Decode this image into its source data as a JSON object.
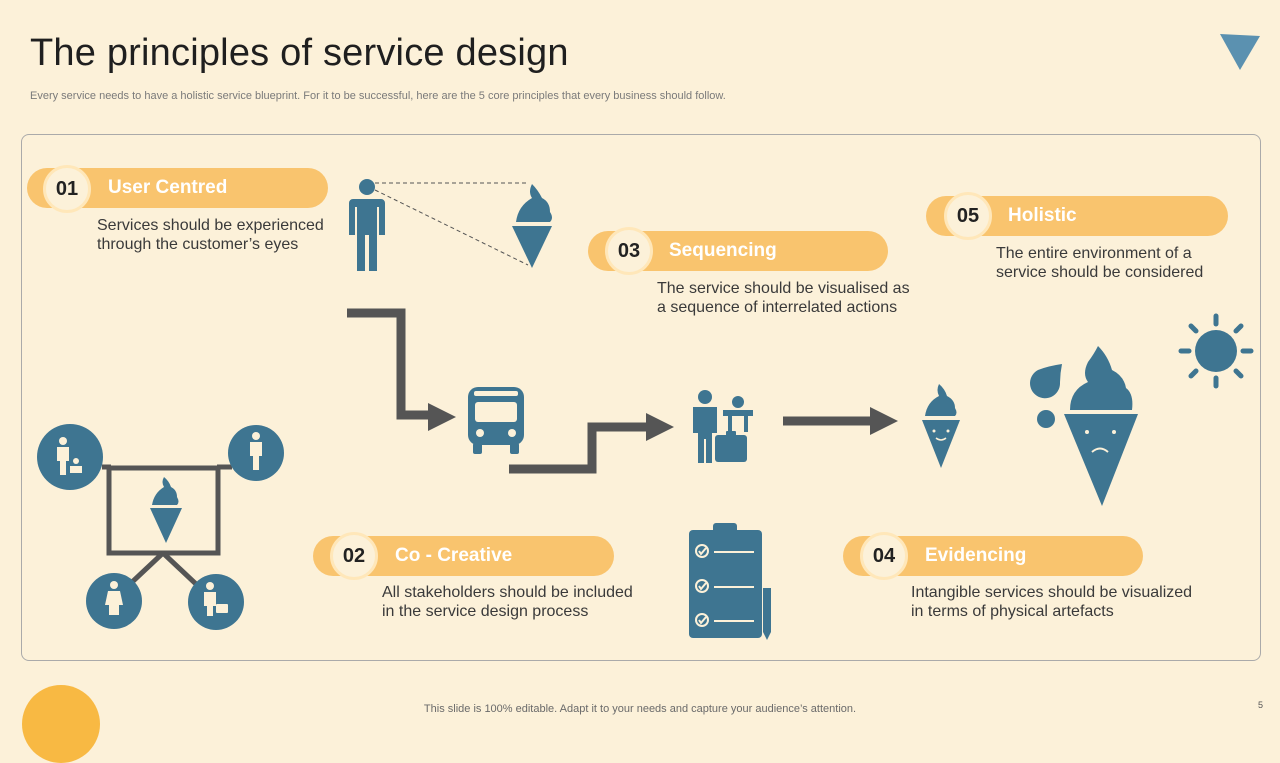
{
  "title": "The principles of service design",
  "subtitle": "Every service needs to have a holistic service blueprint. For it to be successful, here are the 5 core principles that every business should follow.",
  "principles": [
    {
      "number": "01",
      "label": "User Centred",
      "text": "Services should be experienced through the customer’s eyes"
    },
    {
      "number": "02",
      "label": "Co - Creative",
      "text": "All stakeholders should be included in the service design process"
    },
    {
      "number": "03",
      "label": "Sequencing",
      "text": "The service should be visualised as a sequence of interrelated actions"
    },
    {
      "number": "04",
      "label": "Evidencing",
      "text": "Intangible services should be visualized in terms of physical artefacts"
    },
    {
      "number": "05",
      "label": "Holistic",
      "text": "The entire environment of a service should be considered"
    }
  ],
  "footer": "This slide is 100% editable. Adapt it to your needs and capture your audience’s attention.",
  "page_number": "5",
  "colors": {
    "accent": "#F9C46E",
    "icon_blue": "#3E7591",
    "arrow_gray": "#555555",
    "background": "#FCF1D9"
  },
  "icons": [
    "person-icon",
    "ice-cream-icon",
    "bus-icon",
    "vendor-stall-icon",
    "sun-icon",
    "checklist-icon",
    "stakeholder-board-icon",
    "raindrop-icon",
    "sad-ice-cream-icon"
  ]
}
